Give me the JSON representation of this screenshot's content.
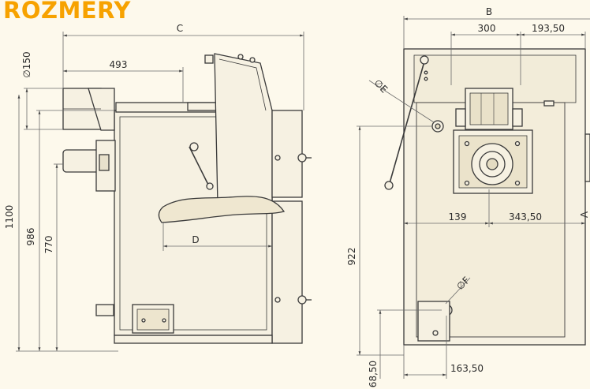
{
  "title": "ROZMERY",
  "colors": {
    "background": "#fdf9ec",
    "title": "#f7a200",
    "line": "#3a3a3a",
    "body_fill": "#f6f1e2",
    "dim_line": "#6b6b6b"
  },
  "side_view": {
    "dims": {
      "width": "C",
      "flue_offset": "493",
      "flue_diameter": "∅150",
      "height_total": "1100",
      "height_986": "986",
      "height_770": "770",
      "depth_d": "D"
    }
  },
  "front_view": {
    "dims": {
      "width": "B",
      "top_300": "300",
      "top_193": "193,50",
      "height_a": "A",
      "left_139": "139",
      "right_343": "343,50",
      "height_922": "922",
      "bottom_68": "68,50",
      "bottom_163": "163,50",
      "diam_e": "∅E",
      "diam_f": "∅F"
    }
  }
}
